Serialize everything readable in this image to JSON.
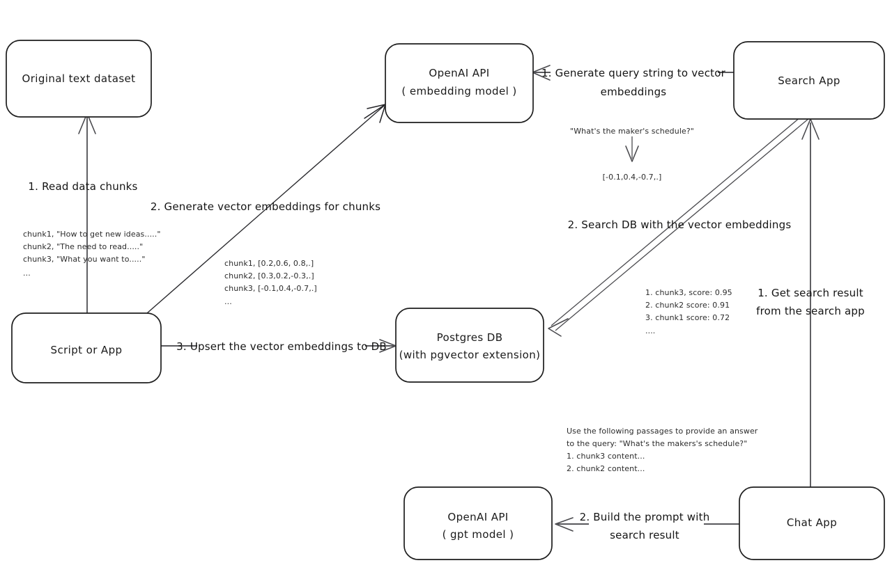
{
  "diagram": {
    "title": "RAG pipeline with pgvector",
    "background": "#ffffff",
    "ink": "#1d1d1d"
  },
  "nodes": {
    "original_dataset": {
      "line1": "Original text dataset",
      "line2": ""
    },
    "script_or_app": {
      "line1": "Script or App",
      "line2": ""
    },
    "openai_embedding": {
      "line1": "OpenAI API",
      "line2": "( embedding model )"
    },
    "postgres_db": {
      "line1": "Postgres DB",
      "line2": "(with pgvector extension)"
    },
    "search_app": {
      "line1": "Search App",
      "line2": ""
    },
    "chat_app": {
      "line1": "Chat App",
      "line2": ""
    },
    "openai_gpt": {
      "line1": "OpenAI API",
      "line2": "( gpt model )"
    }
  },
  "edge_labels": {
    "read_chunks": "1. Read data chunks",
    "generate_embeddings": "2. Generate vector embeddings for chunks",
    "upsert": "3. Upsert the vector embeddings  to DB",
    "generate_query_line1": "1. Generate query string to vector",
    "generate_query_line2": "embeddings",
    "search_db": "2. Search DB with the vector embeddings",
    "get_result_line1": "1. Get search result",
    "get_result_line2": "from the search app",
    "build_prompt_line1": "2. Build the prompt with",
    "build_prompt_line2": "search result"
  },
  "notes": {
    "chunks_raw": [
      "chunk1, \"How to get new ideas.....\"",
      "chunk2, \"The need to read.....\"",
      "chunk3, \"What you want to.....\"",
      "..."
    ],
    "chunks_vectors": [
      "chunk1, [0.2,0.6, 0.8,.]",
      "chunk2, [0.3,0.2,-0.3,.]",
      "chunk3, [-0.1,0.4,-0.7,.]",
      "..."
    ],
    "query_string": "\"What's the maker's schedule?\"",
    "query_vector": "[-0.1,0.4,-0.7,.]",
    "search_results": [
      "1. chunk3, score: 0.95",
      "2. chunk2 score: 0.91",
      "3. chunk1 score: 0.72",
      "...."
    ],
    "prompt": [
      "Use the following passages to provide an answer",
      "to the query: \"What's the makers's schedule?\"",
      "1. chunk3 content...",
      "2. chunk2 content..."
    ]
  }
}
